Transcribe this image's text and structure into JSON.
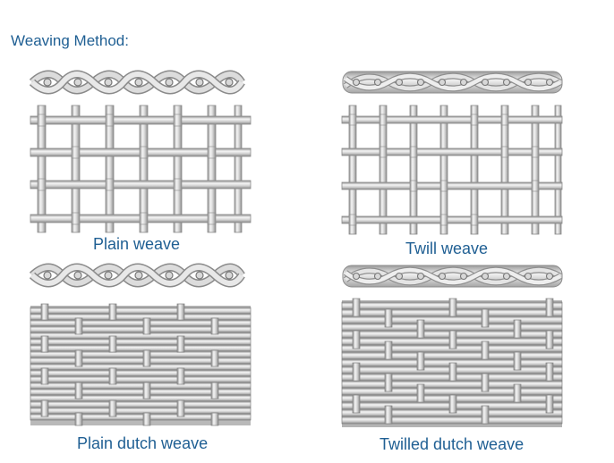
{
  "header": {
    "title": "Weaving Method:"
  },
  "panels": [
    {
      "id": "plain",
      "caption": "Plain weave"
    },
    {
      "id": "twill",
      "caption": "Twill weave"
    },
    {
      "id": "plain_dutch",
      "caption": "Plain dutch weave"
    },
    {
      "id": "twilled_dutch",
      "caption": "Twilled dutch weave"
    }
  ],
  "colors": {
    "caption_text": "#1f5f93",
    "wire_fill": "#c8c8c8",
    "wire_shadow": "#8f8f8f",
    "wire_highlight": "#f3f3f3"
  }
}
